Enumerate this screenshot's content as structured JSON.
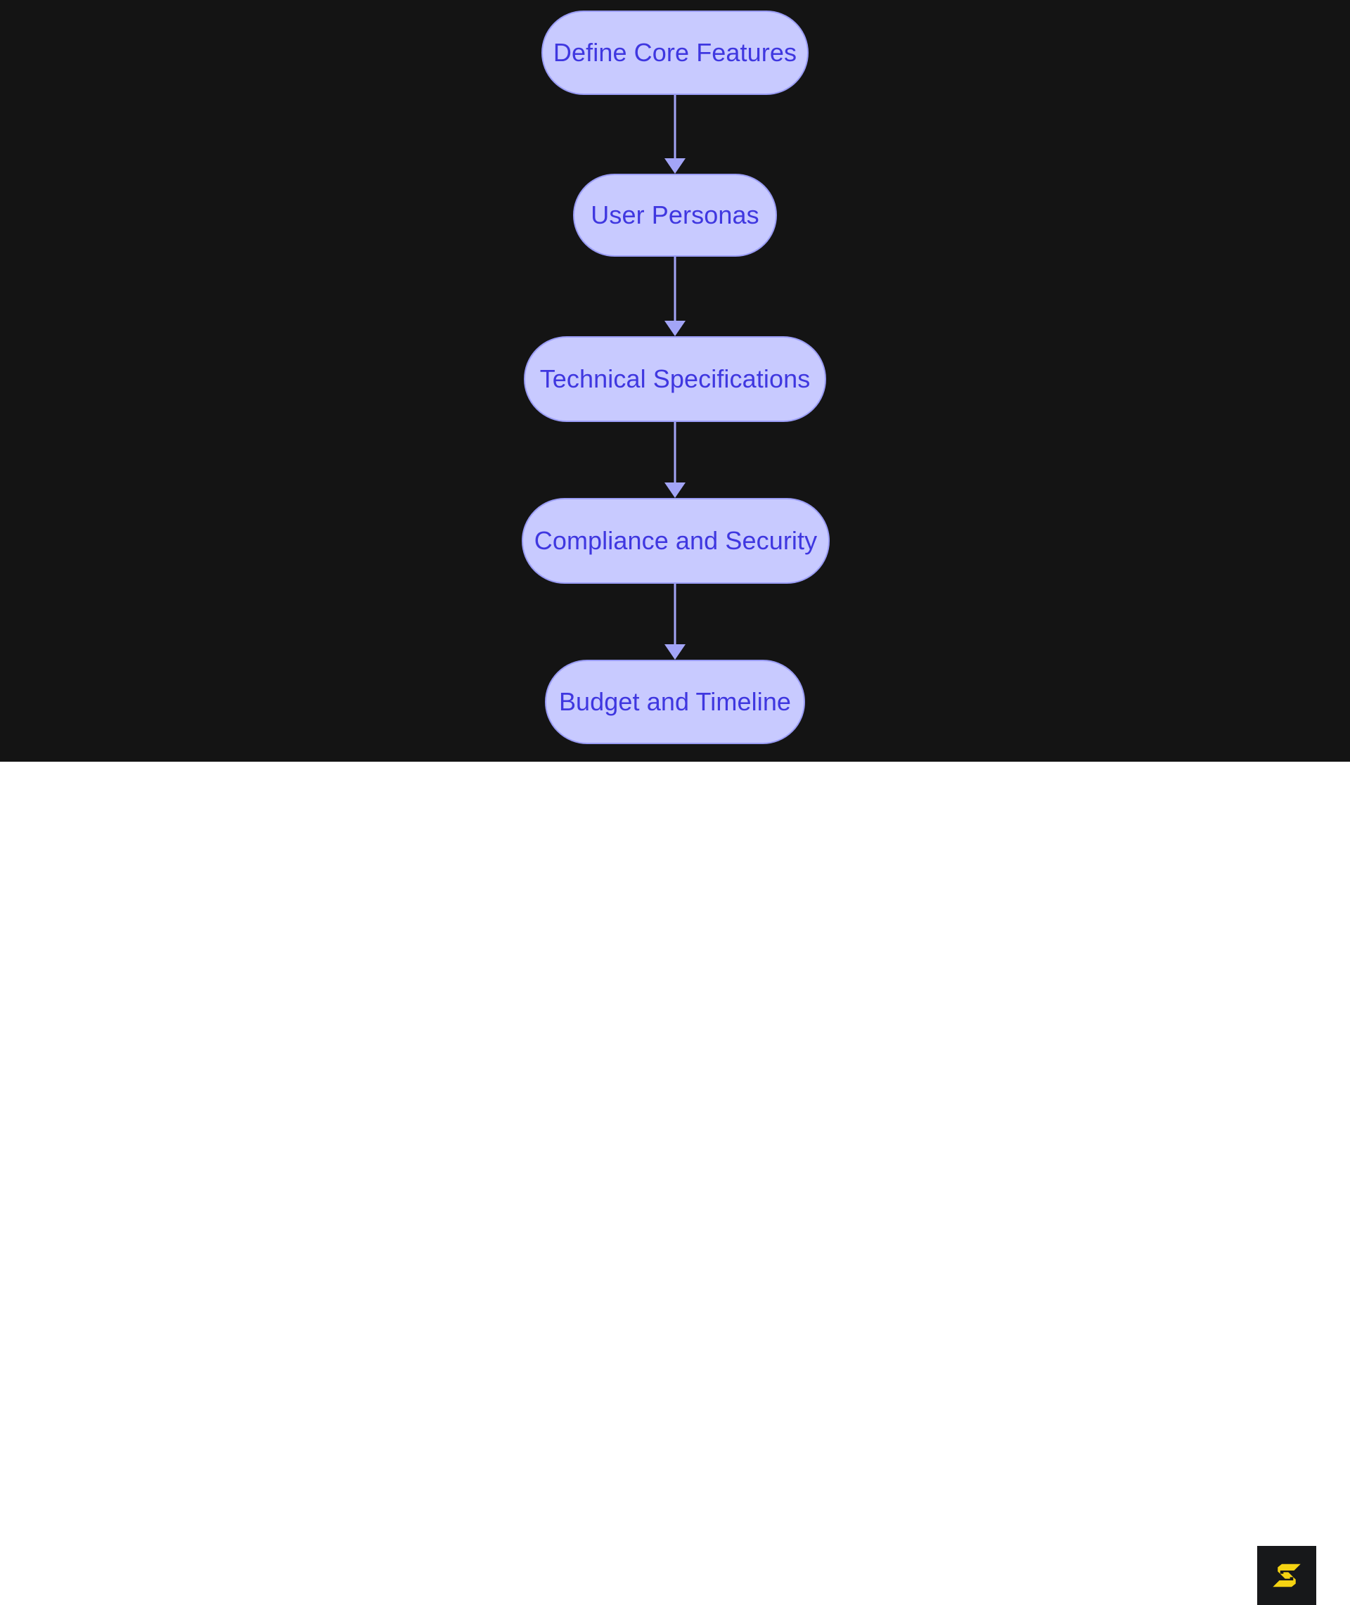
{
  "diagram": {
    "type": "flowchart",
    "orientation": "top-to-bottom",
    "background_color": "#141414",
    "node_fill_color": "#c8caff",
    "node_border_color": "#9a9cf5",
    "node_text_color": "#3f37e0",
    "connector_color": "#a3a5f7",
    "nodes": [
      {
        "id": "n1",
        "label": "Define Core Features"
      },
      {
        "id": "n2",
        "label": "User Personas"
      },
      {
        "id": "n3",
        "label": "Technical Specifications"
      },
      {
        "id": "n4",
        "label": "Compliance and Security"
      },
      {
        "id": "n5",
        "label": "Budget and Timeline"
      }
    ],
    "edges": [
      {
        "from": "n1",
        "to": "n2",
        "label": ""
      },
      {
        "from": "n2",
        "to": "n3",
        "label": ""
      },
      {
        "from": "n3",
        "to": "n4",
        "label": ""
      },
      {
        "from": "n4",
        "to": "n5",
        "label": ""
      }
    ]
  },
  "footer": {
    "background_color": "#ffffff",
    "logo": {
      "name": "s-logo",
      "glyph": "S",
      "foreground_color": "#f5d312",
      "background_color": "#17181a"
    }
  }
}
